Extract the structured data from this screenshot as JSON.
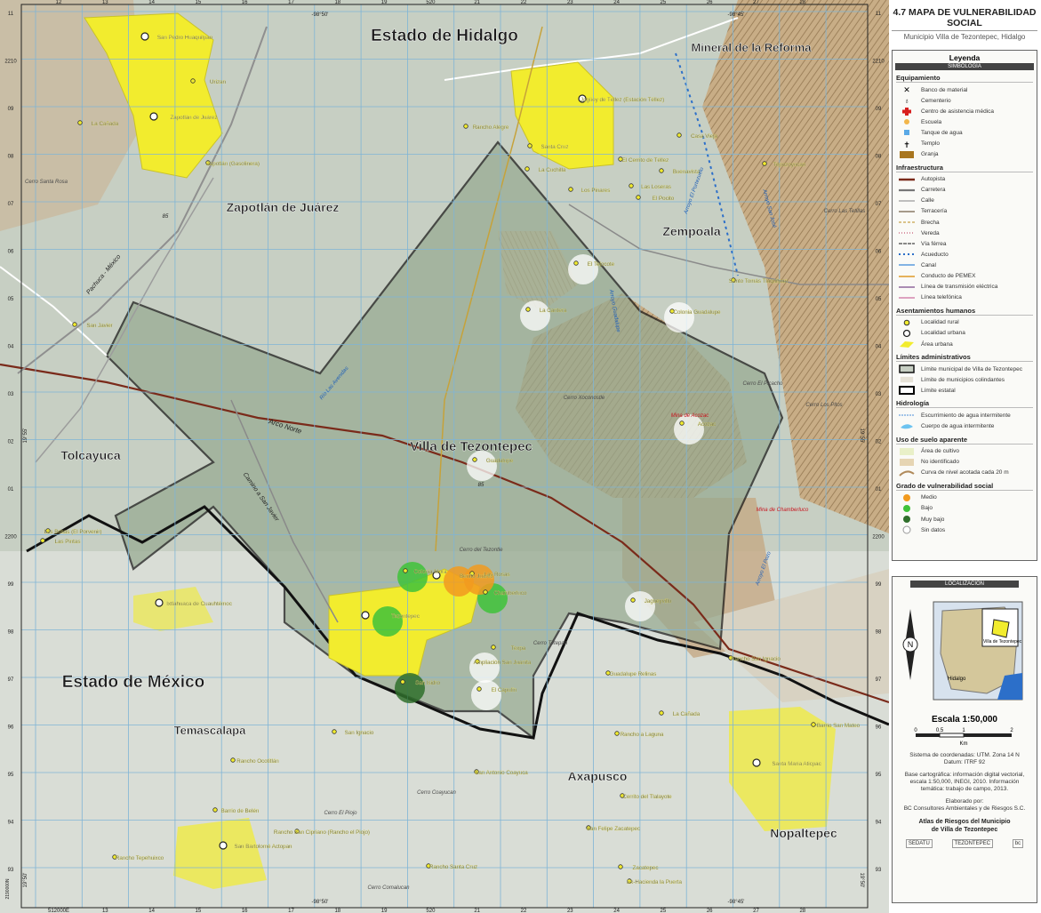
{
  "title": "4.7 MAPA DE VULNERABILIDAD SOCIAL",
  "subtitle": "Municipio Villa de Tezontepec, Hidalgo",
  "colors": {
    "urban": "#f2ec2e",
    "terrain": "#c8ad86",
    "plain": "#c7cfc3",
    "municipality": "#96a990",
    "grid": "#7fb5d6",
    "highway": "#7a2a1a",
    "aqueduct": "#2c6fc9",
    "medio": "#f29a1e",
    "bajo": "#3fc23a",
    "muy_bajo": "#2f6f2b",
    "sin_datos": "#ffffff"
  },
  "grid": {
    "top": [
      "12",
      "13",
      "14",
      "15",
      "16",
      "17",
      "18",
      "19",
      "520",
      "21",
      "22",
      "23",
      "24",
      "25",
      "26",
      "27",
      "28"
    ],
    "bottom": [
      "512000E",
      "13",
      "14",
      "15",
      "16",
      "17",
      "18",
      "19",
      "520",
      "21",
      "22",
      "23",
      "24",
      "25",
      "26",
      "27",
      "28"
    ],
    "left": [
      "11",
      "2210",
      "09",
      "08",
      "07",
      "06",
      "05",
      "04",
      "03",
      "02",
      "01",
      "2200",
      "99",
      "98",
      "97",
      "96",
      "95",
      "94",
      "93"
    ],
    "right": [
      "11",
      "2210",
      "09",
      "08",
      "07",
      "06",
      "05",
      "04",
      "03",
      "02",
      "01",
      "2200",
      "99",
      "98",
      "97",
      "96",
      "95",
      "94",
      "93"
    ],
    "lon_top": [
      "-98°50'",
      "-98°45'"
    ],
    "lon_bottom": [
      "-98°50'",
      "-98°45'"
    ],
    "lat_left": [
      "19°55'",
      "19°50'"
    ],
    "lat_right": [
      "19°55'",
      "19°50'"
    ],
    "corner_bl": "2190000N"
  },
  "regions": [
    {
      "id": "hidalgo",
      "label": "Estado de Hidalgo"
    },
    {
      "id": "mineral",
      "label": "Mineral de la Reforma"
    },
    {
      "id": "zapotlan",
      "label": "Zapotlán de Juárez"
    },
    {
      "id": "zempoala",
      "label": "Zempoala"
    },
    {
      "id": "villa",
      "label": "Villa de Tezontepec"
    },
    {
      "id": "tolcayuca",
      "label": "Tolcayuca"
    },
    {
      "id": "mexico",
      "label": "Estado de México"
    },
    {
      "id": "temascalapa",
      "label": "Temascalapa"
    },
    {
      "id": "axapusco",
      "label": "Axapusco"
    },
    {
      "id": "nopaltepec",
      "label": "Nopaltepec"
    }
  ],
  "places": [
    {
      "id": "sanpedro",
      "label": "San Pedro Huaquilpan"
    },
    {
      "id": "urizan",
      "label": "Urizan"
    },
    {
      "id": "zapotlanj",
      "label": "Zapotlán de Juárez"
    },
    {
      "id": "lacanada",
      "label": "La Cañada"
    },
    {
      "id": "zapgas",
      "label": "Zapotlán (Gasolinera)"
    },
    {
      "id": "jagueytellez",
      "label": "Jagüey de Téllez (Estación Téllez)"
    },
    {
      "id": "rancho_alegre",
      "label": "Rancho Alegre"
    },
    {
      "id": "santacruz",
      "label": "Santa Cruz"
    },
    {
      "id": "casavieja",
      "label": "Casa Vieja"
    },
    {
      "id": "cerrotellez",
      "label": "El Cerrito de Téllez"
    },
    {
      "id": "buenavista",
      "label": "Buenavista"
    },
    {
      "id": "lacuchilla",
      "label": "La Cuchilla"
    },
    {
      "id": "lospinares",
      "label": "Los Pinares"
    },
    {
      "id": "lasloseras",
      "label": "Las Loseras"
    },
    {
      "id": "elpocito",
      "label": "El Pocito"
    },
    {
      "id": "tepozoyucan",
      "label": "Tepozoyucan"
    },
    {
      "id": "eltejocote",
      "label": "El Tejocote"
    },
    {
      "id": "santotomas",
      "label": "Santo Tomás Tlaquilpan"
    },
    {
      "id": "lacantera",
      "label": "La Cantera"
    },
    {
      "id": "guadalupe_col",
      "label": "Colonia Guadalupe"
    },
    {
      "id": "sanjavier",
      "label": "San Javier"
    },
    {
      "id": "acozac",
      "label": "Acozac"
    },
    {
      "id": "guadalupe",
      "label": "Guadalupe"
    },
    {
      "id": "lasbrisas",
      "label": "Las Brisas (El Porvenir)"
    },
    {
      "id": "laspintas",
      "label": "Las Pintas"
    },
    {
      "id": "colmora",
      "label": "Colonia Mora"
    },
    {
      "id": "benitojuarez",
      "label": "Benito Juárez"
    },
    {
      "id": "lasrosas",
      "label": "Las Rosas"
    },
    {
      "id": "chamberluco",
      "label": "Chamberluco"
    },
    {
      "id": "jagueyvillo",
      "label": "Jagueyvillo"
    },
    {
      "id": "tezontepec",
      "label": "Tezontepec"
    },
    {
      "id": "ixtlahuaca",
      "label": "Ixtlahuaca de Cuauhtémoc"
    },
    {
      "id": "ranchosanignacio",
      "label": "Rancho San Ignacio"
    },
    {
      "id": "texpa",
      "label": "Texpa"
    },
    {
      "id": "amplsanjuan",
      "label": "Ampliación San Juanita"
    },
    {
      "id": "guadalupereli",
      "label": "Guadalupe Relinas"
    },
    {
      "id": "sanisidro",
      "label": "San Isidro"
    },
    {
      "id": "elcapulin",
      "label": "El Capulín"
    },
    {
      "id": "lacanada2",
      "label": "La Cañada"
    },
    {
      "id": "barriosanmateo",
      "label": "Barrio San Mateo"
    },
    {
      "id": "sanignacio",
      "label": "San Ignacio"
    },
    {
      "id": "ranchoalaguna",
      "label": "Rancho a Laguna"
    },
    {
      "id": "ranchoocotitlan",
      "label": "Rancho Ocotitlán"
    },
    {
      "id": "santamaria",
      "label": "Santa María Aticpac"
    },
    {
      "id": "sanantonio",
      "label": "San Antonio Coayuca"
    },
    {
      "id": "cerrotlalayote",
      "label": "Cerrito del Tlalayote"
    },
    {
      "id": "barriobelen",
      "label": "Barrio de Belén"
    },
    {
      "id": "ranchosancipriano",
      "label": "Rancho San Cipriano (Rancho el Piojo)"
    },
    {
      "id": "sanfelipe",
      "label": "San Felipe Zacatepec"
    },
    {
      "id": "sanbartolome",
      "label": "San Bartolomé Actopan"
    },
    {
      "id": "ranchotepehuixco",
      "label": "Rancho Tepehuixco"
    },
    {
      "id": "ranchosantacruz",
      "label": "Rancho Santa Cruz"
    },
    {
      "id": "zacatepec",
      "label": "Zacatepec"
    },
    {
      "id": "exhacienda",
      "label": "Ex-Hacienda la Puerta"
    }
  ],
  "features": [
    {
      "id": "cerro_santarosa",
      "label": "Cerro Santa Rosa"
    },
    {
      "id": "cerro_lastetillas",
      "label": "Cerro Las Tetillas"
    },
    {
      "id": "cerro_xoconostle",
      "label": "Cerro Xoconostle"
    },
    {
      "id": "cerro_picacho",
      "label": "Cerro El Picacho"
    },
    {
      "id": "cerro_lospitos",
      "label": "Cerro Los Pitos"
    },
    {
      "id": "cerro_tezontle",
      "label": "Cerro del Tezontle"
    },
    {
      "id": "cerro_tetepan",
      "label": "Cerro Tetepan"
    },
    {
      "id": "cerro_elpiojo",
      "label": "Cerro El Piojo"
    },
    {
      "id": "cerro_coayucan",
      "label": "Cerro Coayucan"
    },
    {
      "id": "cerro_comalucan",
      "label": "Cerro Comalucan"
    },
    {
      "id": "mina_acozac",
      "label": "Mina de Acozac"
    },
    {
      "id": "mina_chamberluco",
      "label": "Mina de Chamberluco"
    },
    {
      "id": "rio_avenidas",
      "label": "Río Las Avenidas"
    },
    {
      "id": "arroyo_portezuelo",
      "label": "Arroyo El Portezuelo"
    },
    {
      "id": "arroyo_sanjose",
      "label": "Arroyo San José"
    },
    {
      "id": "arroyo_guadalupe",
      "label": "Arroyo Guadalupe"
    },
    {
      "id": "arroyo_pozos",
      "label": "Arroyo El Pozo"
    },
    {
      "id": "arco_norte",
      "label": "Arco Norte"
    },
    {
      "id": "pachuca_mexico",
      "label": "Pachuca - México"
    },
    {
      "id": "camino_sanjavier",
      "label": "Camino a San Javier"
    },
    {
      "id": "shield1",
      "label": "85"
    },
    {
      "id": "shield2",
      "label": "85"
    }
  ],
  "vulnerability": [
    {
      "place": "lacantera",
      "level": "sin_datos"
    },
    {
      "place": "eltejocote",
      "level": "sin_datos"
    },
    {
      "place": "acozac",
      "level": "sin_datos"
    },
    {
      "place": "guadalupe",
      "level": "sin_datos"
    },
    {
      "place": "jagueyvillo",
      "level": "sin_datos"
    },
    {
      "place": "colmora",
      "level": "bajo"
    },
    {
      "place": "tezontepec",
      "level": "bajo"
    },
    {
      "place": "chamberluco",
      "level": "bajo"
    },
    {
      "place": "benitojuarez",
      "level": "medio"
    },
    {
      "place": "lasrosas",
      "level": "medio"
    },
    {
      "place": "sanisidro",
      "level": "muy_bajo"
    },
    {
      "place": "amplsanjuan",
      "level": "sin_datos"
    },
    {
      "place": "elcapulin",
      "level": "sin_datos"
    },
    {
      "place": "guadalupe_col",
      "level": "sin_datos"
    }
  ],
  "legend": {
    "heading": "Leyenda",
    "subheading": "SIMBOLOGÍA",
    "sections": [
      {
        "title": "Equipamiento",
        "items": [
          {
            "sym": "star-cross",
            "label": "Banco de material"
          },
          {
            "sym": "grave",
            "label": "Cementerio"
          },
          {
            "sym": "red-cross",
            "label": "Centro de asistencia médica"
          },
          {
            "sym": "school",
            "label": "Escuela"
          },
          {
            "sym": "tank",
            "label": "Tanque de agua"
          },
          {
            "sym": "temple",
            "label": "Templo"
          },
          {
            "sym": "farm",
            "label": "Granja"
          }
        ]
      },
      {
        "title": "Infraestructura",
        "items": [
          {
            "sym": "line-highway",
            "label": "Autopista"
          },
          {
            "sym": "line-road",
            "label": "Carretera"
          },
          {
            "sym": "line-street",
            "label": "Calle"
          },
          {
            "sym": "line-dirt",
            "label": "Terracería"
          },
          {
            "sym": "line-brecha",
            "label": "Brecha"
          },
          {
            "sym": "line-vereda",
            "label": "Vereda"
          },
          {
            "sym": "line-rail",
            "label": "Vía férrea"
          },
          {
            "sym": "line-aqueduct",
            "label": "Acueducto"
          },
          {
            "sym": "line-canal",
            "label": "Canal"
          },
          {
            "sym": "line-pemex",
            "label": "Conducto de PEMEX"
          },
          {
            "sym": "line-power",
            "label": "Línea de transmisión eléctrica"
          },
          {
            "sym": "line-phone",
            "label": "Línea telefónica"
          }
        ]
      },
      {
        "title": "Asentamientos humanos",
        "items": [
          {
            "sym": "rural",
            "label": "Localidad rural"
          },
          {
            "sym": "urban-star",
            "label": "Localidad urbana"
          },
          {
            "sym": "urban-area",
            "label": "Área urbana"
          }
        ]
      },
      {
        "title": "Límites administrativos",
        "items": [
          {
            "sym": "lim-muni",
            "label": "Límite municipal de Villa de Tezontepec"
          },
          {
            "sym": "lim-col",
            "label": "Límite de municipios colindantes"
          },
          {
            "sym": "lim-state",
            "label": "Límite estatal"
          }
        ]
      },
      {
        "title": "Hidrología",
        "items": [
          {
            "sym": "hyd-stream",
            "label": "Escurrimiento de agua intermitente"
          },
          {
            "sym": "hyd-body",
            "label": "Cuerpo de agua intermitente"
          }
        ]
      },
      {
        "title": "Uso de suelo aparente",
        "items": [
          {
            "sym": "land-crop",
            "label": "Área de cultivo"
          },
          {
            "sym": "land-none",
            "label": "No identificado"
          },
          {
            "sym": "land-contour",
            "label": "Curva de nivel acotada cada 20 m"
          }
        ]
      },
      {
        "title": "Grado de vulnerabilidad social",
        "items": [
          {
            "sym": "v-medio",
            "label": "Medio"
          },
          {
            "sym": "v-bajo",
            "label": "Bajo"
          },
          {
            "sym": "v-muybajo",
            "label": "Muy bajo"
          },
          {
            "sym": "v-sindatos",
            "label": "Sin datos"
          }
        ]
      }
    ]
  },
  "location": {
    "heading": "LOCALIZACIÓN",
    "inset_labels": [
      "Hidalgo",
      "Villa de Tezontepec"
    ],
    "north": "N"
  },
  "scale": {
    "title": "Escala 1:50,000",
    "ticks": [
      "0",
      "0.5",
      "1",
      "2"
    ],
    "unit": "Km"
  },
  "notes": [
    "Sistema de coordenadas: UTM. Zona 14 N",
    "Datum: ITRF 92"
  ],
  "source": "Base cartográfica: información digital vectorial, escala 1:50,000, INEGI, 2010. Información temática: trabajo de campo, 2013.",
  "credits": [
    "Elaborado por:",
    "BC Consultores Ambientales y de Riesgos S.C."
  ],
  "atlas": [
    "Atlas de Riesgos del Municipio",
    "de Villa de Tezontepec"
  ],
  "logos": [
    "SEDATU",
    "TEZONTEPEC",
    "bc"
  ]
}
